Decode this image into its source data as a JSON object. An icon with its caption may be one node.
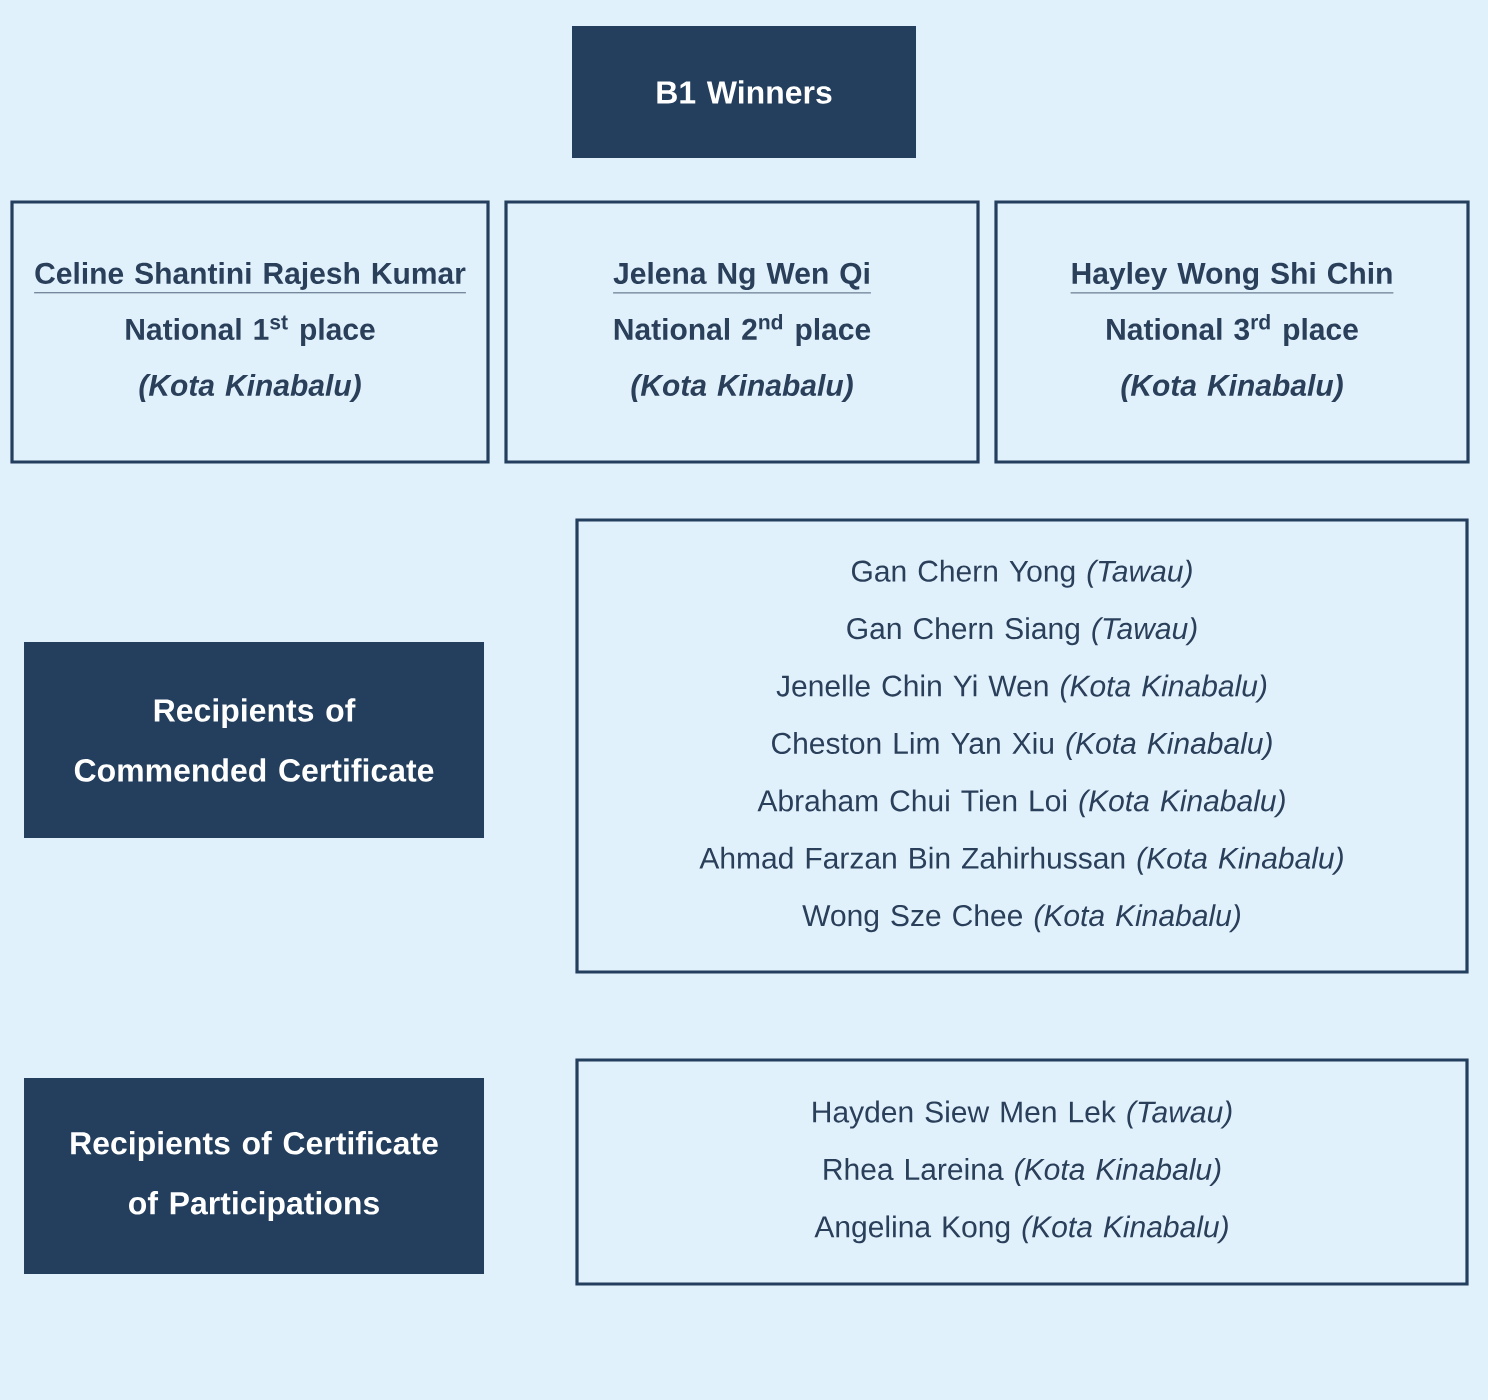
{
  "diagram": {
    "nodes": [
      {
        "text": [
          "B1 Winners"
        ]
      },
      {
        "text": [
          "Celine Shantini Rajesh Kumar",
          "National 1$^{st}$ place",
          "(Kota Kinabalu)"
        ]
      },
      {
        "text": [
          "Jelena Ng Wen Qi",
          "National 2$^{nd}$ place",
          "(Kota Kinabalu)"
        ]
      },
      {
        "text": [
          "Hayley Wong Shi Chin",
          "National 3$^{rd}$ place",
          "(Kota Kinabalu)"
        ]
      },
      {
        "text": [
          "Recipients of Commended Certificate"
        ]
      },
      {
        "text": [
          "Gan Chern Yong *(Tawau)*",
          "Gan Chern Siang *(Tawau)*",
          "Jenelle Chin Yi Wen *(Kota Kinabalu)*",
          "Cheston Lim Yan Xiu *(Kota Kinabalu)*",
          "Abraham Chui Tien Loi *(Kota Kinabalu)*",
          "Ahmad Farzan Bin Zahirhussan *(Kota Kinabalu)*",
          "Wong Sze Chee *(Kota Kinabalu)*"
        ]
      },
      {
        "text": [
          "Recipients of Certificate of Participations"
        ]
      },
      {
        "text": [
          "Hayden Siew Men Lek *(Tawau)*",
          "Rhea Lareina *(Kota Kinabalu)*",
          "Angelina Kong *(Kota Kinabalu)*"
        ]
      }
    ],
    "edges": []
  }
}
